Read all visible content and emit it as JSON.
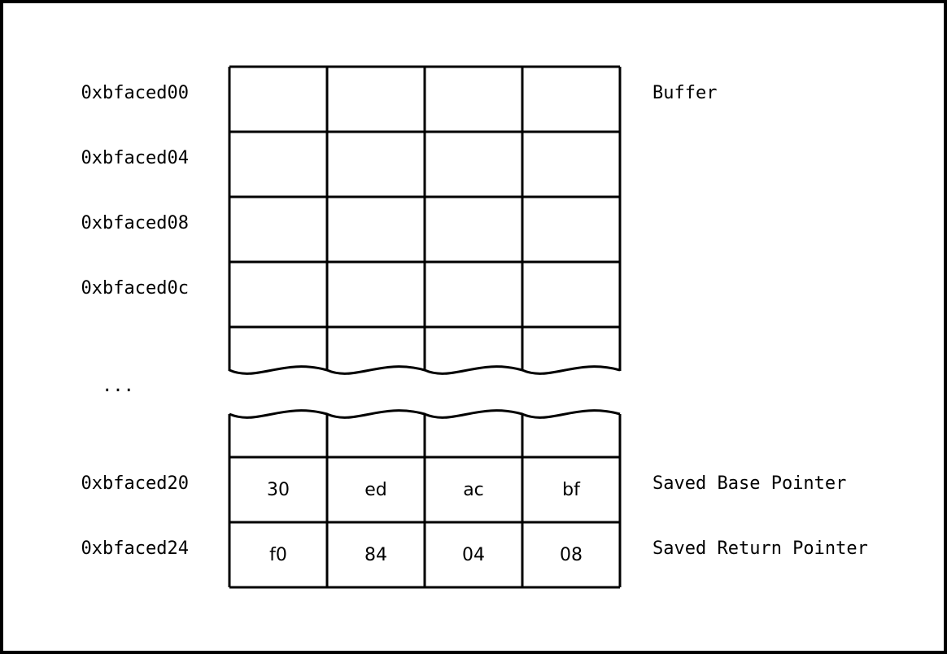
{
  "addresses": {
    "row0": "0xbfaced00",
    "row1": "0xbfaced04",
    "row2": "0xbfaced08",
    "row3": "0xbfaced0c",
    "row4": "0xbfaced20",
    "row5": "0xbfaced24"
  },
  "ellipsis": "...",
  "annotations": {
    "buffer": "Buffer",
    "saved_base_pointer": "Saved Base Pointer",
    "saved_return_pointer": "Saved Return Pointer"
  },
  "bytes": {
    "saved_base_pointer": [
      "30",
      "ed",
      "ac",
      "bf"
    ],
    "saved_return_pointer": [
      "f0",
      "84",
      "04",
      "08"
    ]
  }
}
